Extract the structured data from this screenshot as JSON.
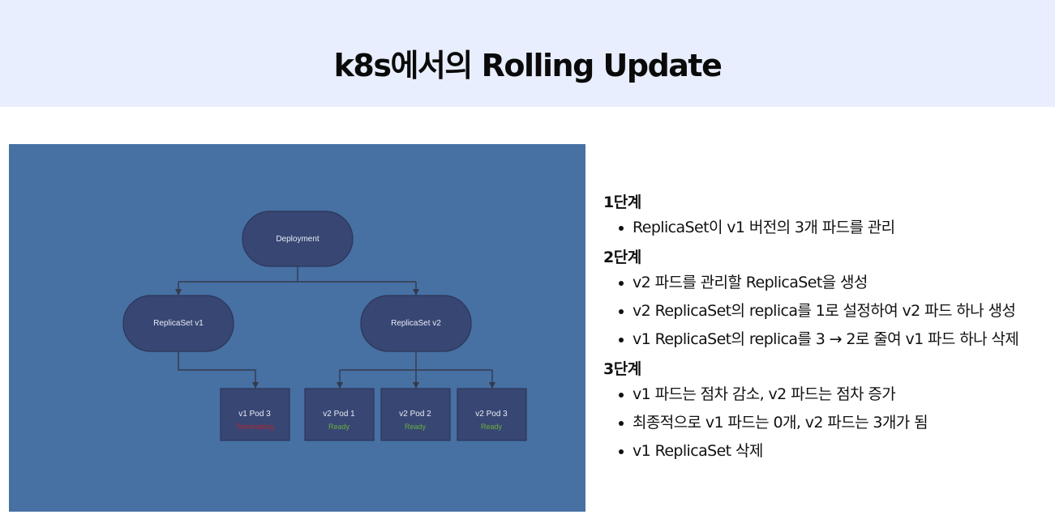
{
  "page": {
    "title": "k8s에서의 Rolling Update"
  },
  "diagram": {
    "deployment": "Deployment",
    "replicasets": [
      "ReplicaSet v1",
      "ReplicaSet v2"
    ],
    "pods": [
      {
        "name": "v1 Pod 3",
        "status": "Terminating",
        "status_color": "#b0282f"
      },
      {
        "name": "v2 Pod 1",
        "status": "Ready",
        "status_color": "#69b03c"
      },
      {
        "name": "v2 Pod 2",
        "status": "Ready",
        "status_color": "#69b03c"
      },
      {
        "name": "v2 Pod 3",
        "status": "Ready",
        "status_color": "#69b03c"
      }
    ],
    "colors": {
      "background": "#4770a3",
      "node_fill": "#384673",
      "node_stroke": "#2c3658",
      "line": "#333a4e"
    }
  },
  "steps": [
    {
      "title": "1단계",
      "items": [
        "ReplicaSet이 v1 버전의 3개 파드를 관리"
      ]
    },
    {
      "title": "2단계",
      "items": [
        "v2 파드를 관리할 ReplicaSet을 생성",
        "v2 ReplicaSet의 replica를 1로 설정하여 v2 파드 하나 생성",
        "v1 ReplicaSet의 replica를 3 → 2로 줄여 v1 파드 하나 삭제"
      ]
    },
    {
      "title": "3단계",
      "items": [
        "v1 파드는 점차 감소, v2 파드는 점차 증가",
        "최종적으로 v1 파드는 0개, v2 파드는 3개가 됨",
        "v1 ReplicaSet 삭제"
      ]
    }
  ]
}
